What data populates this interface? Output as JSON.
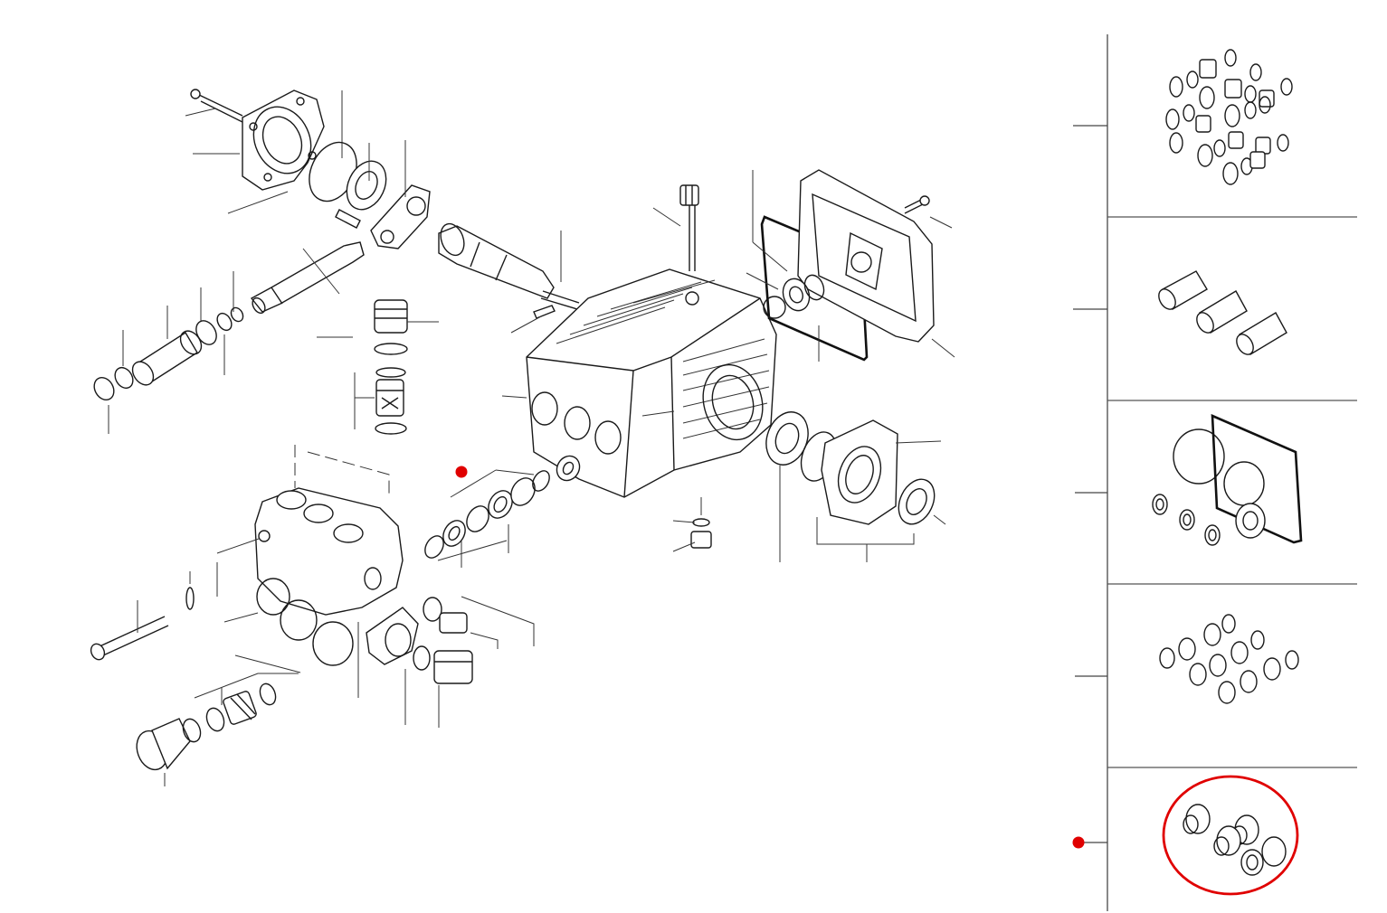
{
  "diagram": {
    "kind": "exploded-parts-view",
    "subject": "pump assembly",
    "selected_kit_index": 4
  },
  "kits": [
    {
      "index": 0,
      "icon": "valve-kit-icon"
    },
    {
      "index": 1,
      "icon": "plunger-kit-icon"
    },
    {
      "index": 2,
      "icon": "oil-seal-kit-icon"
    },
    {
      "index": 3,
      "icon": "seal-packing-kit-icon"
    },
    {
      "index": 4,
      "icon": "water-seal-kit-icon",
      "selected": true
    }
  ],
  "colors": {
    "line": "#1a1a1a",
    "highlight": "#e00000",
    "background": "#ffffff"
  }
}
